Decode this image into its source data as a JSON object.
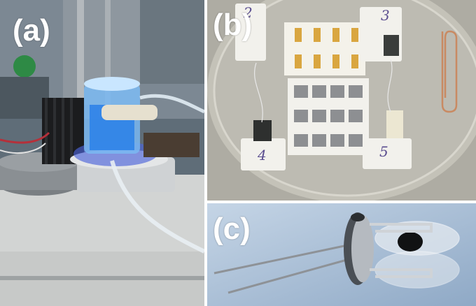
{
  "figure": {
    "panels": [
      {
        "label": "(a)",
        "description_key": "reactor-setup-photo"
      },
      {
        "label": "(b)",
        "description_key": "sensor-chips-petri-dish-photo"
      },
      {
        "label": "(c)",
        "description_key": "transistor-header-device-photo"
      }
    ],
    "handwritten_marks": [
      "2",
      "3",
      "4",
      "5"
    ],
    "colors": {
      "accent_blue_glow": "#6fb6ff",
      "petri_background": "#b8b6ad",
      "panel_c_background": "#a9bfd7",
      "label_color": "#ffffff"
    }
  }
}
